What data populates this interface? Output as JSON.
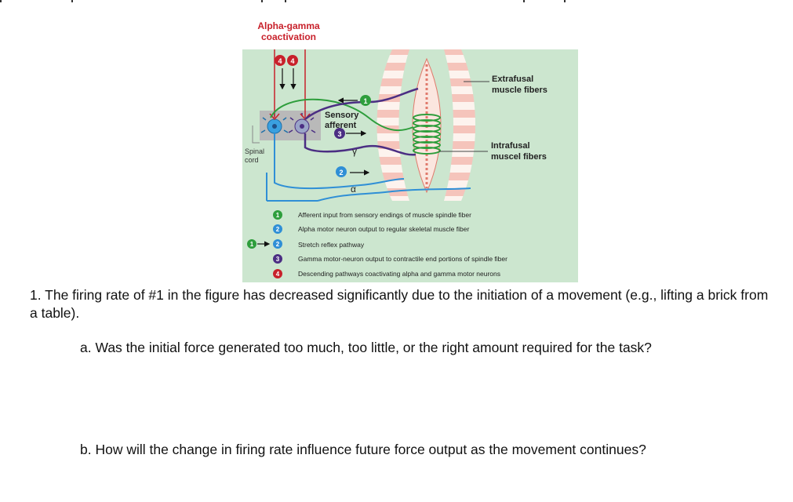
{
  "figure": {
    "title_line1": "Alpha-gamma",
    "title_line2": "coactivation",
    "label_extrafusal_1": "Extrafusal",
    "label_extrafusal_2": "muscle fibers",
    "label_intrafusal_1": "Intrafusal",
    "label_intrafusal_2": "muscel fibers",
    "label_sensory_1": "Sensory",
    "label_sensory_2": "afferent",
    "label_spinal_1": "Spinal",
    "label_spinal_2": "cord",
    "greek_gamma": "γ",
    "greek_alpha": "α",
    "markers": {
      "m1": "1",
      "m2": "2",
      "m3": "3",
      "m4": "4"
    },
    "legend": [
      {
        "num": "1",
        "text": "Afferent input from sensory endings of muscle spindle fiber",
        "color": "#2e9e3c"
      },
      {
        "num": "2",
        "text": "Alpha motor neuron output to regular skeletal muscle fiber",
        "color": "#2f8fd6"
      },
      {
        "num": "2",
        "text": "Stretch reflex pathway",
        "color": "#2f8fd6",
        "prefix_num": "1"
      },
      {
        "num": "3",
        "text": "Gamma motor-neuron output to contractile end portions of spindle fiber",
        "color": "#4b2e83"
      },
      {
        "num": "4",
        "text": "Descending pathways coactivating alpha and gamma motor neurons",
        "color": "#c8212b"
      }
    ],
    "colors": {
      "background": "#cce6cf",
      "sensory": "#2e9e3c",
      "alpha": "#2f8fd6",
      "gamma": "#4b2e83",
      "descending": "#c8212b",
      "muscle_stripe": "#f5c4bb"
    }
  },
  "questions": {
    "q1": "1. The firing rate of #1 in the figure has decreased significantly due to the initiation of a movement (e.g., lifting a brick from a table).",
    "qa": "a. Was the initial force generated too much, too little, or the right amount required for the task?",
    "qb": "b. How will the change in firing rate influence future force output as the movement continues?"
  }
}
